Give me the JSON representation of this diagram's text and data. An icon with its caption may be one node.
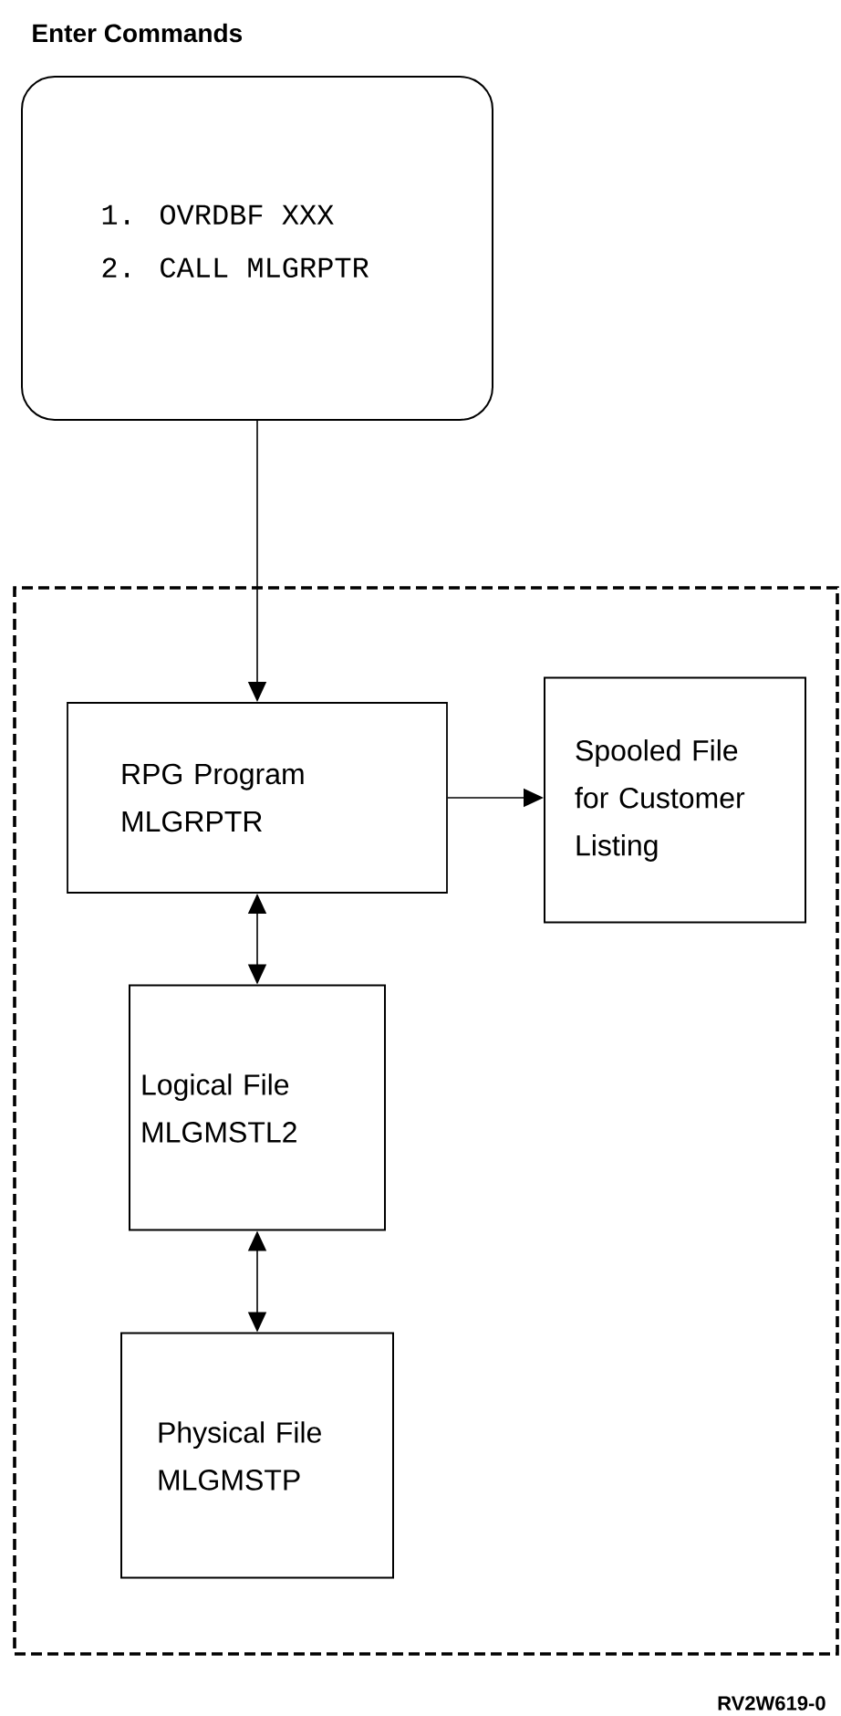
{
  "diagram": {
    "nodes": [
      {
        "text": [
          "Enter Commands",
          "1. OVRDBF XXX",
          "2. CALL MLGRPTR"
        ]
      },
      {
        "text": [],
        "shape": "box"
      },
      {
        "text": [
          "RPG Program MLGRPTR"
        ],
        "in": 1
      },
      {
        "text": [
          "Spooled File for Customer Listing"
        ],
        "in": 1
      },
      {
        "text": [
          "Logical File MLGMSTL2"
        ],
        "in": 1
      },
      {
        "text": [
          "Physical File MLGMSTP"
        ],
        "in": 1
      }
    ],
    "edges": [
      {
        "from": 0,
        "to": 2,
        "arrow": "to"
      },
      {
        "from": 2,
        "to": 3,
        "arrow": "to"
      },
      {
        "from": 2,
        "to": 4,
        "arrow": "both"
      },
      {
        "from": 4,
        "to": 5,
        "arrow": "both"
      }
    ],
    "labels": [
      "RV2W619-0"
    ]
  }
}
